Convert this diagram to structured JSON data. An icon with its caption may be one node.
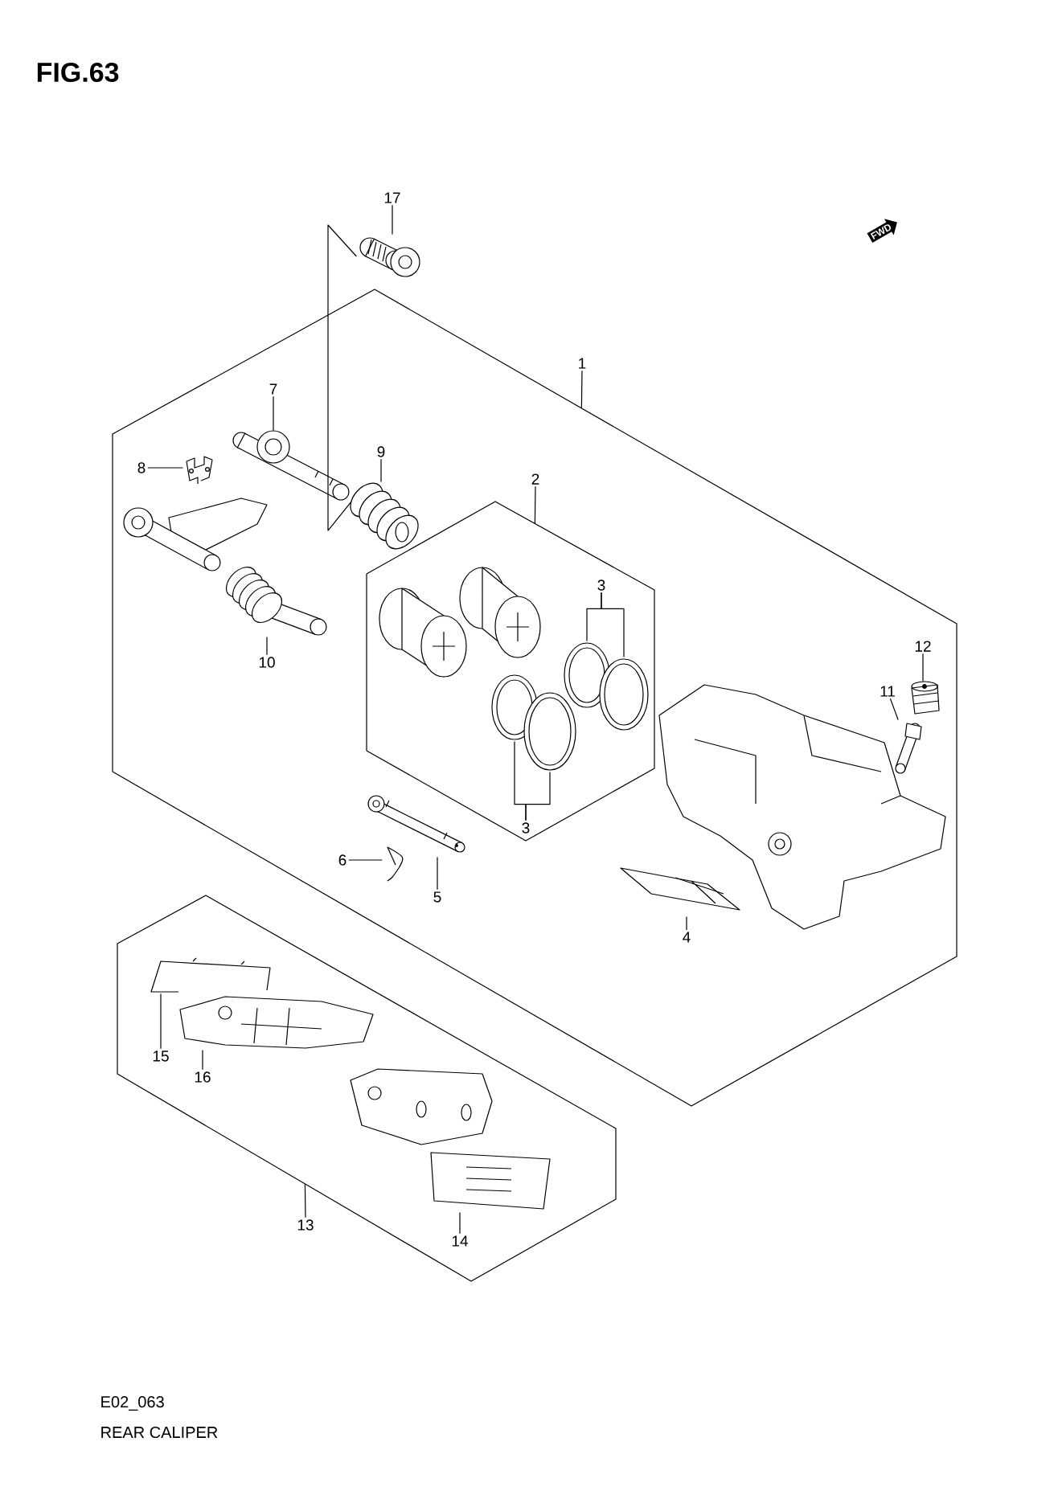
{
  "diagram": {
    "title": "FIG.63",
    "caption": "REAR CALIPER",
    "nodes": [
      {
        "text": [
          "17"
        ]
      },
      {
        "text": [],
        "shape": "picture"
      },
      {
        "text": [],
        "shape": "hexagon"
      },
      {
        "text": [
          "1"
        ]
      },
      {
        "text": [
          "7"
        ],
        "in": 2
      },
      {
        "text": [],
        "shape": "picture",
        "in": 2
      },
      {
        "text": [
          "8"
        ],
        "in": 2
      },
      {
        "text": [],
        "shape": "picture",
        "in": 2
      },
      {
        "text": [
          "9"
        ],
        "in": 2
      },
      {
        "text": [],
        "shape": "picture",
        "in": 2
      },
      {
        "text": [
          "10"
        ],
        "in": 2
      },
      {
        "text": [],
        "shape": "picture",
        "in": 2
      },
      {
        "text": [],
        "shape": "hexagon",
        "in": 2
      },
      {
        "text": [
          "2"
        ],
        "in": 2
      },
      {
        "text": [
          "3"
        ],
        "in": 12
      },
      {
        "text": [],
        "shape": "picture",
        "in": 12
      },
      {
        "text": [],
        "shape": "picture",
        "in": 12
      },
      {
        "text": [],
        "shape": "picture",
        "in": 12
      },
      {
        "text": [],
        "shape": "picture",
        "in": 12
      },
      {
        "text": [
          "3"
        ],
        "in": 12
      },
      {
        "text": [
          "6"
        ],
        "in": 2
      },
      {
        "text": [],
        "shape": "picture",
        "in": 2
      },
      {
        "text": [
          "5"
        ],
        "in": 2
      },
      {
        "text": [],
        "shape": "picture",
        "in": 2
      },
      {
        "text": [
          "4"
        ],
        "in": 2
      },
      {
        "text": [],
        "shape": "picture",
        "in": 2
      },
      {
        "text": [
          "11"
        ],
        "in": 2
      },
      {
        "text": [],
        "shape": "picture",
        "in": 2
      },
      {
        "text": [
          "12"
        ],
        "in": 2
      },
      {
        "text": [],
        "shape": "picture",
        "in": 2
      },
      {
        "text": [],
        "shape": "hexagon"
      },
      {
        "text": [
          "13"
        ]
      },
      {
        "text": [
          "15"
        ],
        "in": 30
      },
      {
        "text": [],
        "shape": "picture",
        "in": 30
      },
      {
        "text": [
          "16"
        ],
        "in": 30
      },
      {
        "text": [],
        "shape": "picture",
        "in": 30
      },
      {
        "text": [
          "14"
        ],
        "in": 30
      },
      {
        "text": [],
        "shape": "picture",
        "in": 30
      }
    ],
    "edges": [
      {
        "from": 0,
        "to": 1,
        "arrow": "none"
      },
      {
        "from": 3,
        "to": 2,
        "arrow": "none"
      },
      {
        "from": 4,
        "to": 5,
        "arrow": "none"
      },
      {
        "from": 6,
        "to": 7,
        "arrow": "none"
      },
      {
        "from": 8,
        "to": 9,
        "arrow": "none"
      },
      {
        "from": 10,
        "to": 11,
        "arrow": "none"
      },
      {
        "from": 13,
        "to": 12,
        "arrow": "none"
      },
      {
        "from": 14,
        "to": 15,
        "arrow": "none"
      },
      {
        "from": 14,
        "to": 16,
        "arrow": "none"
      },
      {
        "from": 19,
        "to": 17,
        "arrow": "none"
      },
      {
        "from": 19,
        "to": 18,
        "arrow": "none"
      },
      {
        "from": 20,
        "to": 21,
        "arrow": "none"
      },
      {
        "from": 22,
        "to": 23,
        "arrow": "none"
      },
      {
        "from": 24,
        "to": 25,
        "arrow": "none"
      },
      {
        "from": 26,
        "to": 27,
        "arrow": "none"
      },
      {
        "from": 28,
        "to": 29,
        "arrow": "none"
      },
      {
        "from": 31,
        "to": 30,
        "arrow": "none"
      },
      {
        "from": 32,
        "to": 33,
        "arrow": "none"
      },
      {
        "from": 34,
        "to": 35,
        "arrow": "none"
      },
      {
        "from": 36,
        "to": 37,
        "arrow": "none"
      },
      {
        "from": 1,
        "to": 5,
        "arrow": "none"
      }
    ],
    "labels": [
      "FWD",
      "E02_063"
    ]
  }
}
